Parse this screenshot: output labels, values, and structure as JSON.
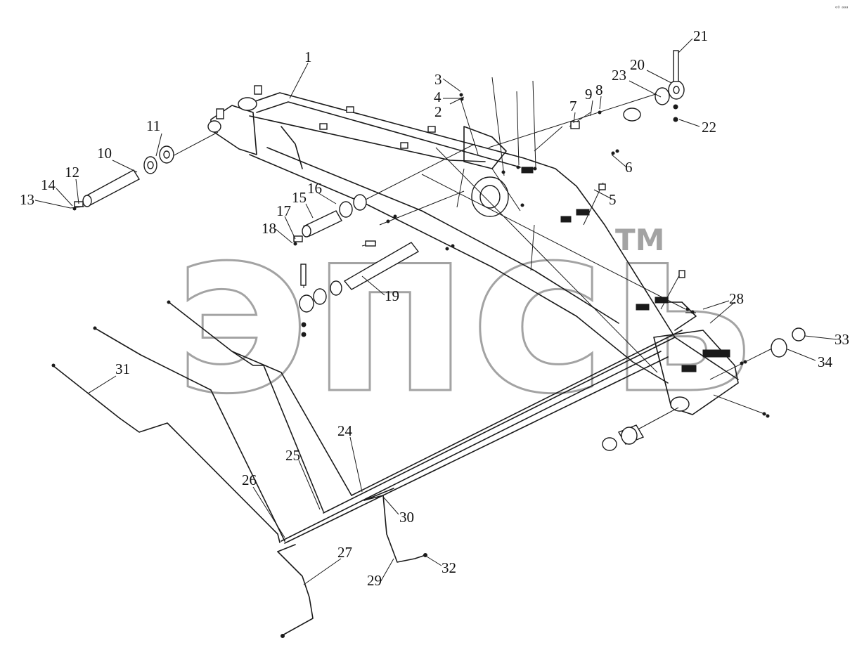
{
  "watermark": {
    "text": "эпсь",
    "trademark": "TM"
  },
  "corner_mark": "ᵉ⁰ ᵃᵃᵃ",
  "callouts": [
    "1",
    "2",
    "3",
    "4",
    "5",
    "6",
    "7",
    "8",
    "9",
    "10",
    "11",
    "12",
    "13",
    "14",
    "15",
    "16",
    "17",
    "18",
    "19",
    "20",
    "21",
    "22",
    "23",
    "24",
    "25",
    "26",
    "27",
    "28",
    "29",
    "30",
    "31",
    "32",
    "33",
    "34"
  ]
}
